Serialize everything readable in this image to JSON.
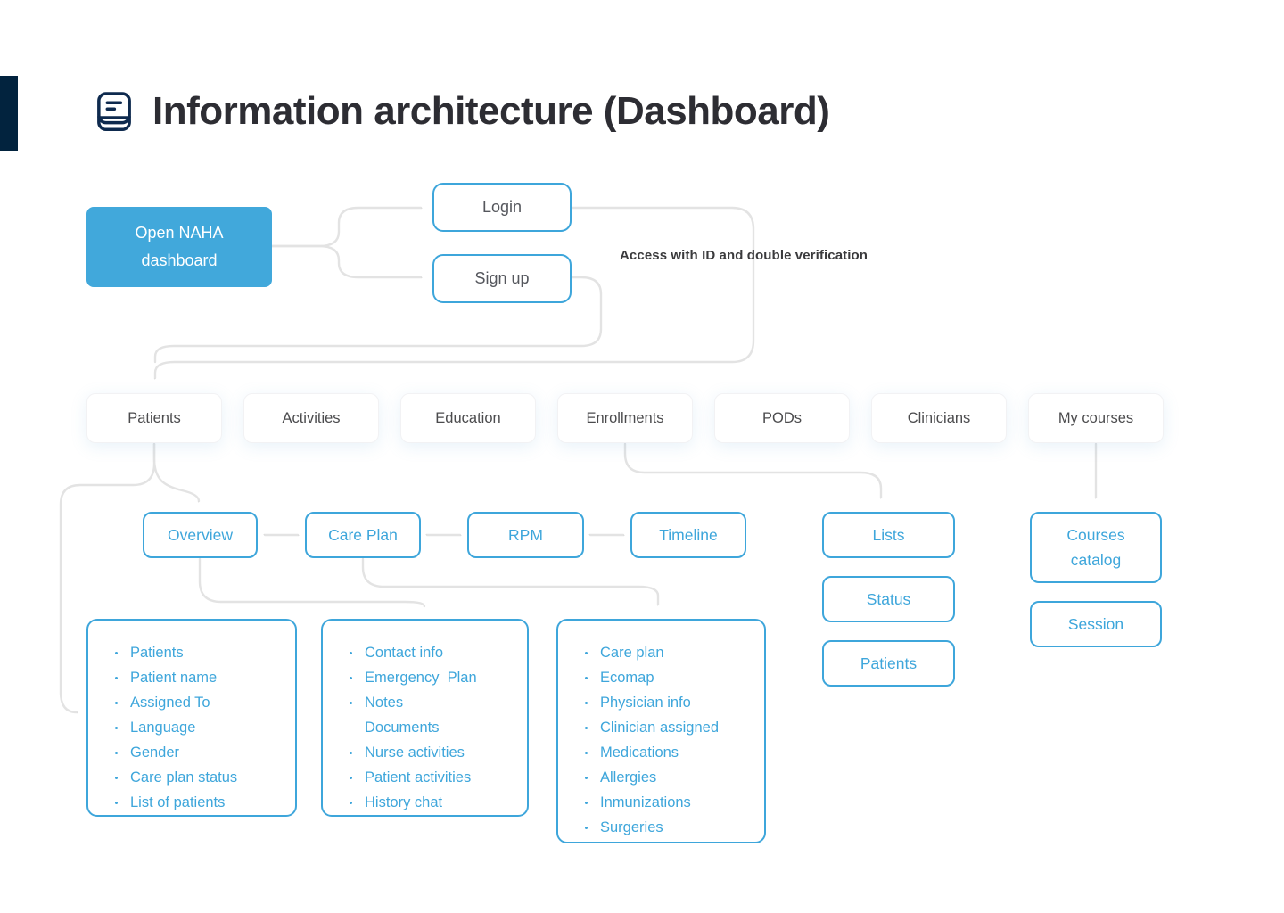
{
  "page": {
    "title": "Information architecture (Dashboard)",
    "title_icon": "journal-icon"
  },
  "colors": {
    "accent_blue": "#41a8db",
    "outline_blue": "#3ea6db",
    "navy": "#02233e",
    "connector_gray": "#e2e2e2",
    "text_dark": "#2d2d33",
    "text_gray": "#4b4b4d"
  },
  "flow": {
    "start": {
      "label": "Open NAHA dashboard"
    },
    "auth": [
      {
        "label": "Login"
      },
      {
        "label": "Sign up"
      }
    ],
    "annotation": "Access with ID and double verification",
    "nav": [
      {
        "label": "Patients"
      },
      {
        "label": "Activities"
      },
      {
        "label": "Education"
      },
      {
        "label": "Enrollments"
      },
      {
        "label": "PODs"
      },
      {
        "label": "Clinicians"
      },
      {
        "label": "My courses"
      }
    ],
    "patient_tabs": [
      {
        "label": "Overview"
      },
      {
        "label": "Care Plan"
      },
      {
        "label": "RPM"
      },
      {
        "label": "Timeline"
      }
    ],
    "enrollment_children": [
      {
        "label": "Lists"
      },
      {
        "label": "Status"
      },
      {
        "label": "Patients"
      }
    ],
    "courses_children": [
      {
        "label": "Courses catalog"
      },
      {
        "label": "Session"
      }
    ],
    "detail_lists": {
      "overview_fields": [
        {
          "text": "Patients",
          "bullet": true
        },
        {
          "text": "Patient name",
          "bullet": true
        },
        {
          "text": "Assigned To",
          "bullet": true
        },
        {
          "text": "Language",
          "bullet": true
        },
        {
          "text": "Gender",
          "bullet": true
        },
        {
          "text": "Care plan status",
          "bullet": true
        },
        {
          "text": "List of patients",
          "bullet": true
        }
      ],
      "patient_detail_fields": [
        {
          "text": "Contact info",
          "bullet": true
        },
        {
          "text": "Emergency  Plan",
          "bullet": true
        },
        {
          "text": "Notes",
          "bullet": true
        },
        {
          "text": "Documents",
          "bullet": false
        },
        {
          "text": "Nurse activities",
          "bullet": true
        },
        {
          "text": "Patient activities",
          "bullet": true
        },
        {
          "text": "History chat",
          "bullet": true
        }
      ],
      "care_plan_fields": [
        {
          "text": "Care plan",
          "bullet": true
        },
        {
          "text": "Ecomap",
          "bullet": true
        },
        {
          "text": "Physician info",
          "bullet": true
        },
        {
          "text": "Clinician assigned",
          "bullet": true
        },
        {
          "text": "Medications",
          "bullet": true
        },
        {
          "text": "Allergies",
          "bullet": true
        },
        {
          "text": "Inmunizations",
          "bullet": true
        },
        {
          "text": "Surgeries",
          "bullet": true
        }
      ]
    }
  }
}
